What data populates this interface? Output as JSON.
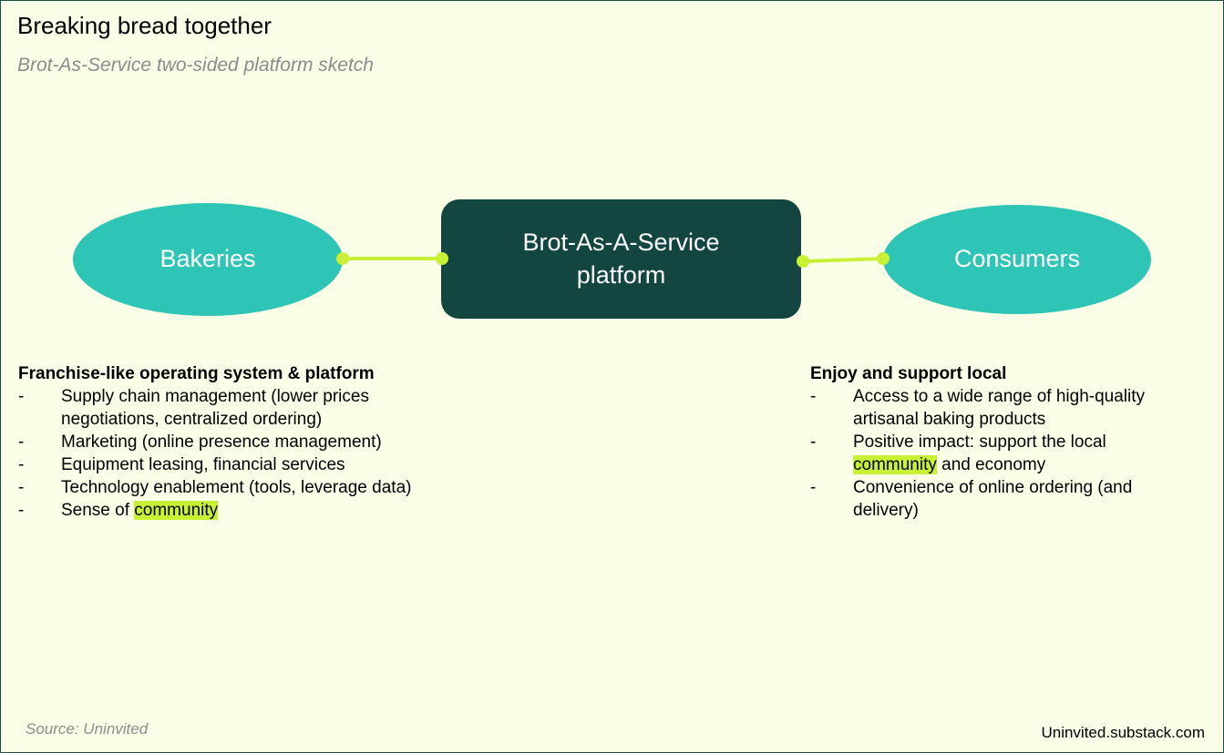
{
  "title": "Breaking bread together",
  "subtitle": "Brot-As-Service two-sided platform sketch",
  "colors": {
    "background": "#fafee6",
    "ellipse": "#2ec4b6",
    "platform": "#134541",
    "connector": "#c8f135",
    "highlight": "#c8f135"
  },
  "nodes": {
    "bakeries": "Bakeries",
    "platform": "Brot-As-A-Service platform",
    "consumers": "Consumers"
  },
  "left_block": {
    "heading": "Franchise-like operating system & platform",
    "items": [
      {
        "text": "Supply chain management (lower prices negotiations, centralized ordering)"
      },
      {
        "text": "Marketing (online presence management)"
      },
      {
        "text": "Equipment leasing, financial services"
      },
      {
        "text": "Technology enablement (tools, leverage data)"
      },
      {
        "pre": "Sense of ",
        "hl": "community"
      }
    ]
  },
  "right_block": {
    "heading": "Enjoy and support local",
    "items": [
      {
        "text": "Access to a wide range of high-quality artisanal baking products"
      },
      {
        "text": "Positive impact: support the local",
        "hl": "community",
        "post": " and economy"
      },
      {
        "text": "Convenience of online ordering (and delivery)"
      }
    ]
  },
  "dash": "-",
  "source": "Source: Uninvited",
  "site": "Uninvited.substack.com"
}
